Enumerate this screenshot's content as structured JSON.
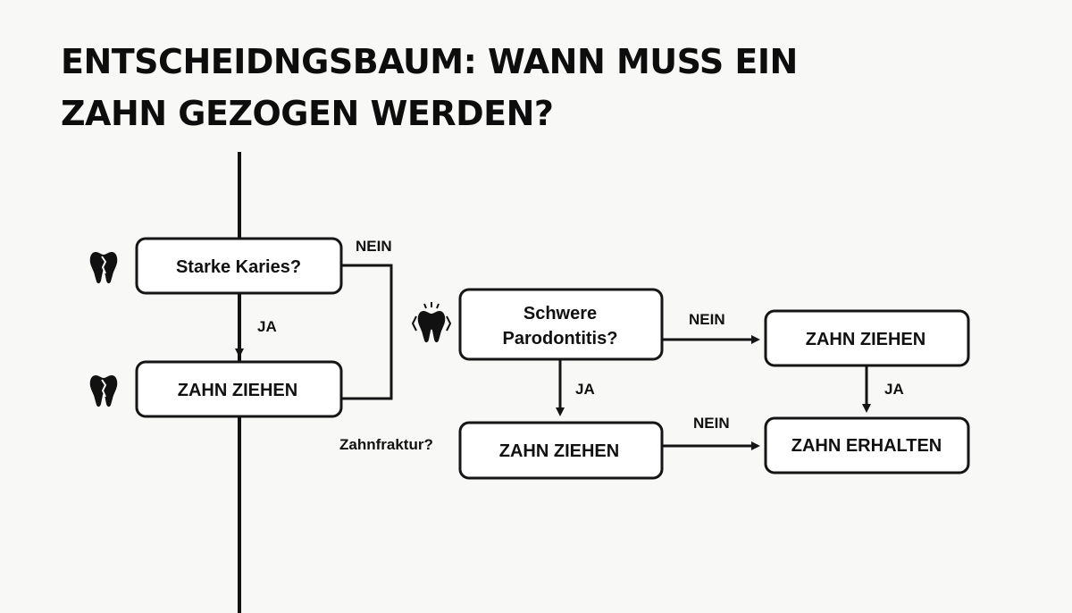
{
  "title": {
    "line1": "ENTSCHEIDNGSBAUM: WANN MUSS EIN",
    "line2": "ZAHN GEZOGEN WERDEN?"
  },
  "nodes": {
    "caries_question": "Starke Karies?",
    "extract_left": "ZAHN ZIEHEN",
    "perio_question_line1": "Schwere",
    "perio_question_line2": "Parodontitis?",
    "extract_right_top": "ZAHN ZIEHEN",
    "extract_middle": "ZAHN ZIEHEN",
    "keep_tooth": "ZAHN ERHALTEN",
    "fracture_question": "Zahnfraktur?"
  },
  "edges": {
    "caries_no": "NEIN",
    "caries_yes": "JA",
    "perio_no": "NEIN",
    "perio_yes": "JA",
    "right_yes": "JA",
    "middle_no": "NEIN"
  },
  "icons": {
    "caries": "tooth-icon",
    "extract": "tooth-icon",
    "perio": "wobbly-tooth-icon"
  },
  "colors": {
    "background": "#f8f8f7",
    "ink": "#111111",
    "box_fill": "#ffffff"
  }
}
